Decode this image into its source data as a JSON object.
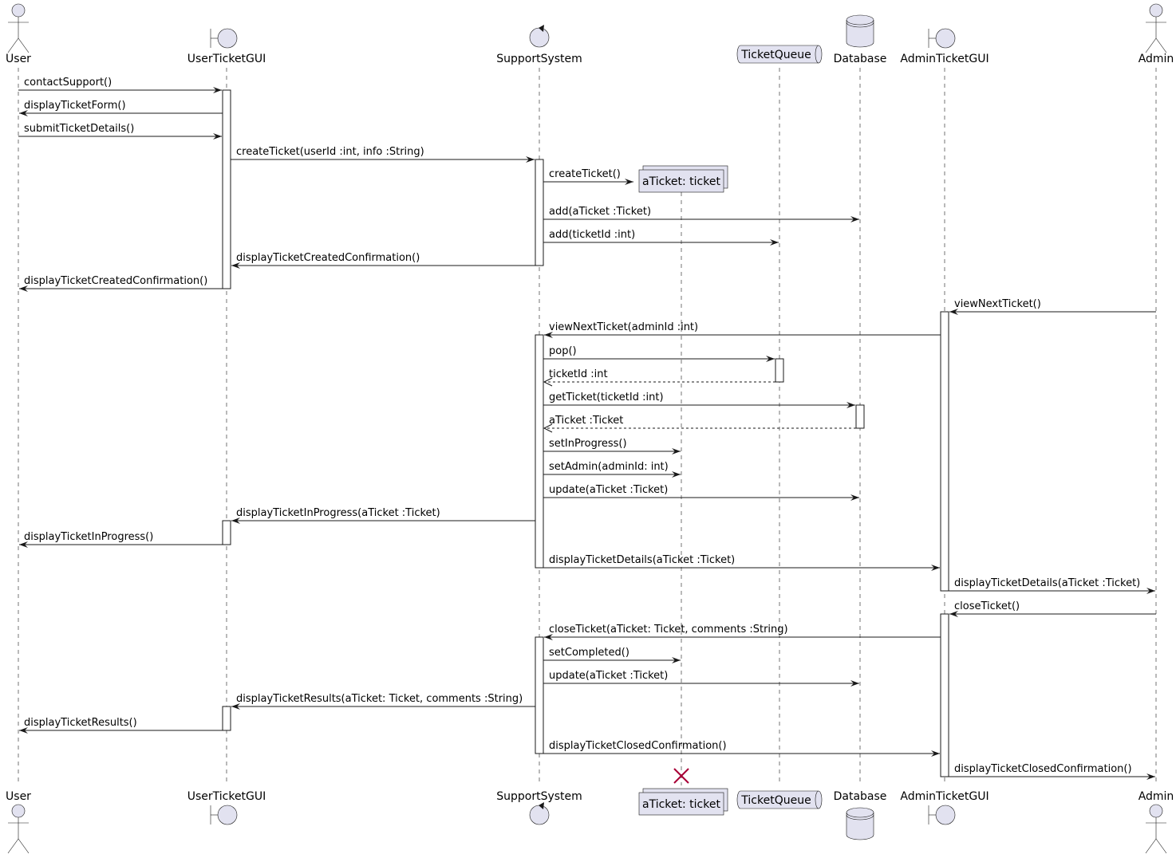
{
  "diagram": {
    "type": "sequence",
    "colors": {
      "participant_fill": "#E2E2F0",
      "line": "#181818",
      "destroy": "#A80036",
      "activation_fill": "#FFFFFF"
    },
    "participants": [
      {
        "id": "user",
        "name": "User",
        "kind": "actor"
      },
      {
        "id": "usergui",
        "name": "UserTicketGUI",
        "kind": "boundary"
      },
      {
        "id": "support",
        "name": "SupportSystem",
        "kind": "control"
      },
      {
        "id": "ticket",
        "name": "aTicket: ticket",
        "kind": "collections",
        "created": true,
        "destroyed": true
      },
      {
        "id": "queue",
        "name": "TicketQueue",
        "kind": "queue"
      },
      {
        "id": "db",
        "name": "Database",
        "kind": "database"
      },
      {
        "id": "admingui",
        "name": "AdminTicketGUI",
        "kind": "boundary"
      },
      {
        "id": "admin",
        "name": "Admin",
        "kind": "actor"
      }
    ],
    "messages": [
      {
        "from": "user",
        "to": "usergui",
        "label": "contactSupport()"
      },
      {
        "from": "usergui",
        "to": "user",
        "label": "displayTicketForm()"
      },
      {
        "from": "user",
        "to": "usergui",
        "label": "submitTicketDetails()"
      },
      {
        "from": "usergui",
        "to": "support",
        "label": "createTicket(userId :int, info :String)"
      },
      {
        "from": "support",
        "to": "ticket",
        "label": "createTicket()",
        "create": true
      },
      {
        "from": "support",
        "to": "db",
        "label": "add(aTicket :Ticket)"
      },
      {
        "from": "support",
        "to": "queue",
        "label": "add(ticketId :int)"
      },
      {
        "from": "support",
        "to": "usergui",
        "label": "displayTicketCreatedConfirmation()"
      },
      {
        "from": "usergui",
        "to": "user",
        "label": "displayTicketCreatedConfirmation()"
      },
      {
        "from": "admin",
        "to": "admingui",
        "label": "viewNextTicket()"
      },
      {
        "from": "admingui",
        "to": "support",
        "label": "viewNextTicket(adminId :int)"
      },
      {
        "from": "support",
        "to": "queue",
        "label": "pop()"
      },
      {
        "from": "queue",
        "to": "support",
        "label": "ticketId :int",
        "reply": true
      },
      {
        "from": "support",
        "to": "db",
        "label": "getTicket(ticketId :int)"
      },
      {
        "from": "db",
        "to": "support",
        "label": "aTicket :Ticket",
        "reply": true
      },
      {
        "from": "support",
        "to": "ticket",
        "label": "setInProgress()"
      },
      {
        "from": "support",
        "to": "ticket",
        "label": "setAdmin(adminId: int)"
      },
      {
        "from": "support",
        "to": "db",
        "label": "update(aTicket :Ticket)"
      },
      {
        "from": "support",
        "to": "usergui",
        "label": "displayTicketInProgress(aTicket :Ticket)"
      },
      {
        "from": "usergui",
        "to": "user",
        "label": "displayTicketInProgress()"
      },
      {
        "from": "support",
        "to": "admingui",
        "label": "displayTicketDetails(aTicket :Ticket)"
      },
      {
        "from": "admingui",
        "to": "admin",
        "label": "displayTicketDetails(aTicket :Ticket)"
      },
      {
        "from": "admin",
        "to": "admingui",
        "label": "closeTicket()"
      },
      {
        "from": "admingui",
        "to": "support",
        "label": "closeTicket(aTicket: Ticket, comments :String)"
      },
      {
        "from": "support",
        "to": "ticket",
        "label": "setCompleted()"
      },
      {
        "from": "support",
        "to": "db",
        "label": "update(aTicket :Ticket)"
      },
      {
        "from": "support",
        "to": "usergui",
        "label": "displayTicketResults(aTicket: Ticket, comments :String)"
      },
      {
        "from": "usergui",
        "to": "user",
        "label": "displayTicketResults()"
      },
      {
        "from": "support",
        "to": "admingui",
        "label": "displayTicketClosedConfirmation()"
      },
      {
        "from": "admingui",
        "to": "admin",
        "label": "displayTicketClosedConfirmation()"
      }
    ]
  }
}
